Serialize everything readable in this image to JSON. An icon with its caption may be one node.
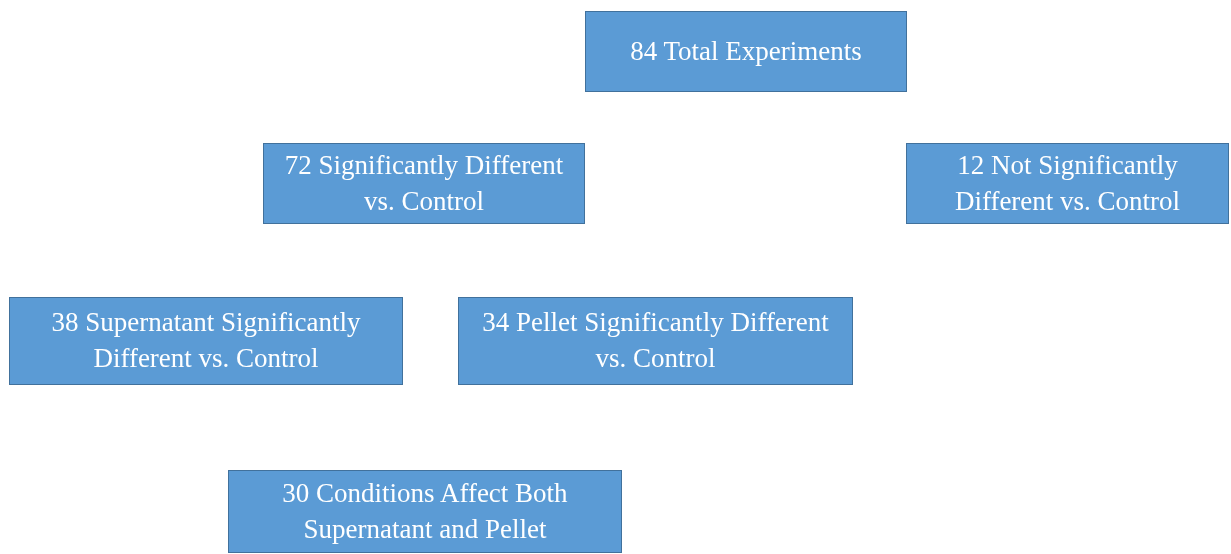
{
  "diagram": {
    "nodes": [
      {
        "text": [
          "84 Total Experiments"
        ]
      },
      {
        "text": [
          "72 Significantly Different vs. Control"
        ]
      },
      {
        "text": [
          "12 Not Significantly Different vs. Control"
        ]
      },
      {
        "text": [
          "38 Supernatant Significantly Different vs. Control"
        ]
      },
      {
        "text": [
          "34 Pellet Significantly Different vs. Control"
        ]
      },
      {
        "text": [
          "30 Conditions Affect Both Supernatant and Pellet"
        ]
      }
    ]
  }
}
